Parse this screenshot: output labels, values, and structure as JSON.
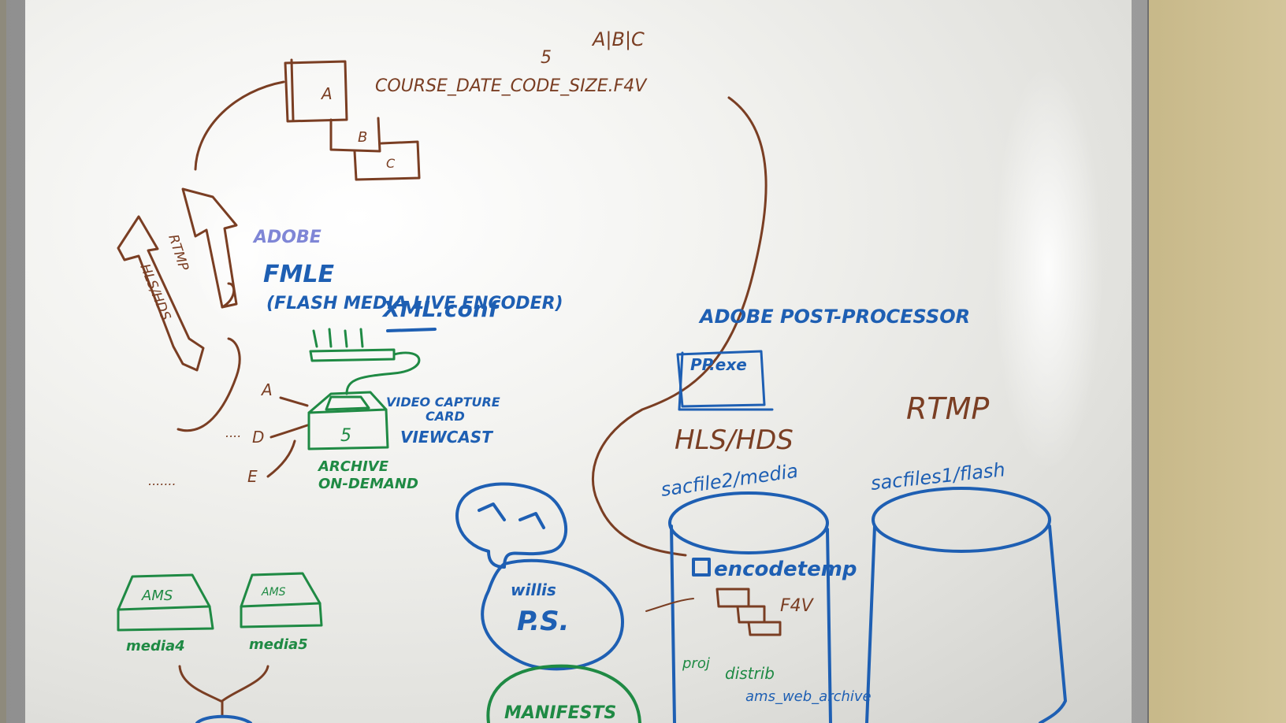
{
  "labels": {
    "abc": "A|B|C",
    "five_top": "5",
    "filename": "COURSE_DATE_CODE_SIZE.F4V",
    "box_a": "A",
    "box_b": "B",
    "box_c": "C",
    "adobe": "ADOBE",
    "fmle": "FMLE",
    "fmle_full": "(FLASH MEDIA LIVE ENCODER)",
    "xml_conf": "XML.conf",
    "rtmp_arrow": "RTMP",
    "hls_hds_arrow": "HLS/HDS",
    "input_a": "A",
    "input_d": "D",
    "input_e": "E",
    "capture_card_1": "VIDEO CAPTURE",
    "capture_card_2": "CARD",
    "viewcast": "VIEWCAST",
    "five_box": "5",
    "archive": "ARCHIVE",
    "on_demand": "ON-DEMAND",
    "post_processor": "ADOBE POST-PROCESSOR",
    "pp_exe": "PP.exe",
    "hls_hds": "HLS/HDS",
    "rtmp": "RTMP",
    "media_server_1": "sacfile2/media",
    "media_server_2": "sacfiles1/flash",
    "encodetemp": "encodetemp",
    "f4v": "F4V",
    "proj": "proj",
    "distrib": "distrib",
    "ams_web_archive": "ams_web_archive",
    "willis": "willis",
    "ps": "P.S.",
    "manifests": "MANIFESTS",
    "ams_1": "AMS",
    "ams_2": "AMS",
    "media4": "media4",
    "media5": "media5"
  },
  "colors": {
    "brown_marker": "#7a3e23",
    "blue_marker": "#1e5fb3",
    "green_marker": "#1f8a44",
    "purple_marker": "#7f86d6"
  }
}
